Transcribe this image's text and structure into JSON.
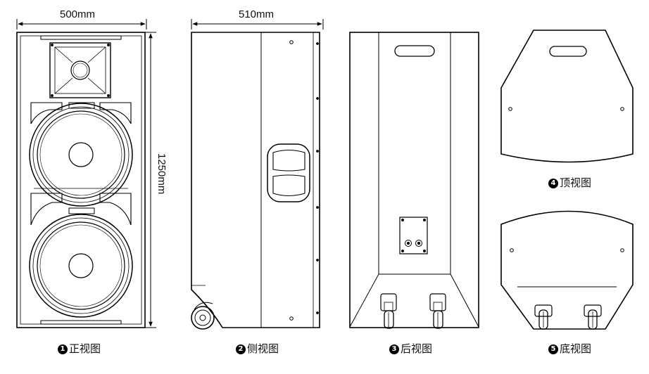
{
  "dimensions": {
    "front_width": "500mm",
    "side_depth": "510mm",
    "height": "1250mm"
  },
  "captions": [
    {
      "num": "1",
      "label": "正视图"
    },
    {
      "num": "2",
      "label": "侧视图"
    },
    {
      "num": "3",
      "label": "后视图"
    },
    {
      "num": "4",
      "label": "顶视图"
    },
    {
      "num": "5",
      "label": "底视图"
    }
  ]
}
